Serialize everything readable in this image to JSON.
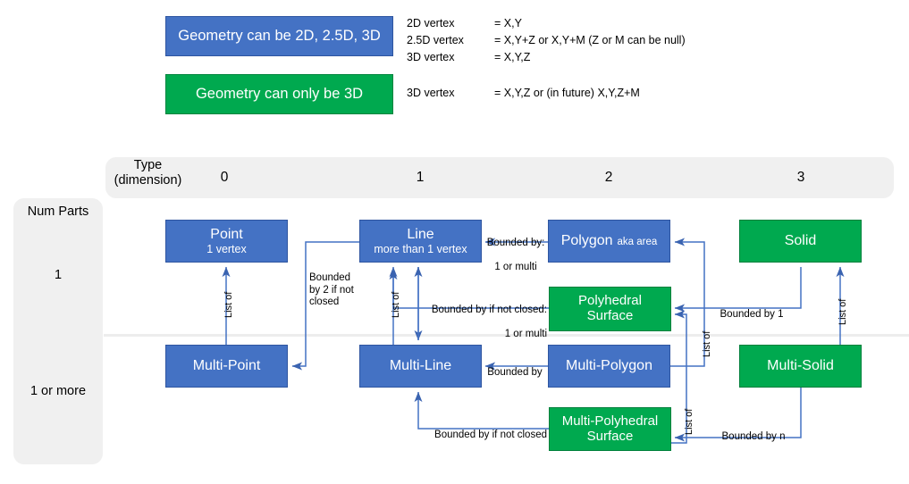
{
  "legend": {
    "blue_box_label": "Geometry can be 2D, 2.5D, 3D",
    "green_box_label": "Geometry can only be 3D",
    "blue_rows": [
      {
        "term": "2D vertex",
        "definition": "= X,Y"
      },
      {
        "term": "2.5D vertex",
        "definition": "= X,Y+Z  or X,Y+M (Z or M can be null)"
      },
      {
        "term": "3D vertex",
        "definition": "= X,Y,Z"
      }
    ],
    "green_rows": [
      {
        "term": "3D vertex",
        "definition": "= X,Y,Z or (in future) X,Y,Z+M"
      }
    ]
  },
  "axes": {
    "column_header_line1": "Type",
    "column_header_line2": "(dimension)",
    "columns": [
      "0",
      "1",
      "2",
      "3"
    ],
    "row_header": "Num Parts",
    "rows": [
      "1",
      "1 or more"
    ]
  },
  "nodes": {
    "point": {
      "title": "Point",
      "subtitle": "1 vertex"
    },
    "line": {
      "title": "Line",
      "subtitle": "more than 1 vertex"
    },
    "polygon": {
      "title": "Polygon",
      "subtitle": "aka area"
    },
    "solid": {
      "title": "Solid"
    },
    "polyhedral": {
      "title": "Polyhedral",
      "title2": "Surface"
    },
    "multi_point": {
      "title": "Multi-Point"
    },
    "multi_line": {
      "title": "Multi-Line"
    },
    "multi_polygon": {
      "title": "Multi-Polygon"
    },
    "multi_solid": {
      "title": "Multi-Solid"
    },
    "multi_polyhedral": {
      "title": "Multi-Polyhedral",
      "title2": "Surface"
    }
  },
  "edges": {
    "point_list_of": "List of",
    "line_list_of": "List of",
    "bounded_by_2_if_not_closed": "Bounded\nby 2 if not\nclosed",
    "polygon_bounded_by_1": "Bounded by:",
    "polygon_bounded_by_2": "1 or multi",
    "polyhedral_bounded_1": "Bounded by if not closed:",
    "polyhedral_bounded_2": "1 or multi",
    "solid_bounded_by_1": "Bounded by 1",
    "solid_list_of": "List of",
    "multi_polygon_bounded_by": "Bounded by",
    "multi_polyhedral_bounded": "Bounded by if not closed",
    "multi_solid_bounded_by_n": "Bounded by n",
    "polygon_list_of": "List of",
    "polyhedral_list_of": "List of"
  },
  "colors": {
    "blue": "#4472C4",
    "green": "#00A94F",
    "panel_gray": "#F0F0F0",
    "wire": "#4472C4",
    "arrow": "#3A63B0"
  }
}
